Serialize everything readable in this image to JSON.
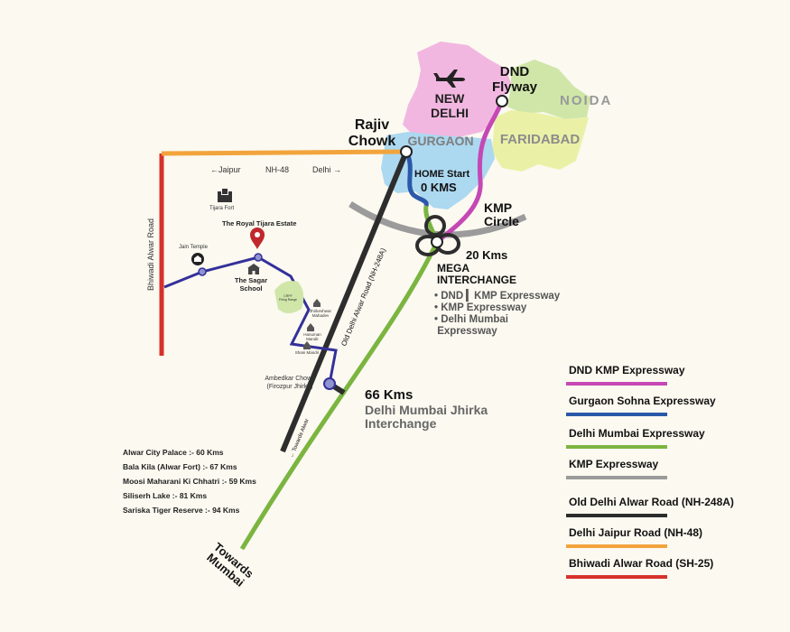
{
  "colors": {
    "background": "#fbf9f0",
    "dnd_kmp": "#c548b4",
    "gurgaon_sohna": "#2b58a8",
    "delhi_mumbai": "#7bb540",
    "kmp": "#9b9b9b",
    "old_delhi_alwar": "#2d2d2d",
    "delhi_jaipur": "#f2a43c",
    "bhiwadi_alwar": "#d6322a",
    "local_road": "#34309a",
    "region_delhi": "#f2b7e0",
    "region_noida": "#cfe6a8",
    "region_faridabad": "#eaf1a6",
    "region_gurgaon": "#acd8f0",
    "pin": "#c0282d"
  },
  "regions": {
    "new_delhi": "NEW\nDELHI",
    "noida": "NOIDA",
    "faridabad": "FARIDABAD",
    "gurgaon": "GURGAON"
  },
  "labels": {
    "dnd_flyway": "DND\nFlyway",
    "rajiv_chowk": "Rajiv\nChowk",
    "home_start": "HOME Start",
    "zero_kms": "0 KMS",
    "kmp_circle": "KMP\nCircle",
    "twenty_kms": "20 Kms",
    "mega_interchange": "MEGA\nINTERCHANGE",
    "mega_items": [
      "• DND ▎KMP Expressway",
      "• KMP Expressway",
      "• Delhi Mumbai",
      "   Expressway"
    ],
    "sixty_six_kms": "66 Kms",
    "jhirka_interchange": "Delhi Mumbai Jhirka\nInterchange",
    "towards_mumbai": "Towards\nMumbai",
    "old_delhi_alwar_road": "Old Delhi Alwar Road (NH-248A)",
    "towards_alwar": "← Towards Alwar",
    "jaipur_arrow": "←Jaipur",
    "nh48": "NH-48",
    "delhi_arrow": "Delhi →",
    "bhiwadi_alwar_road": "Bhiwadi Alwar Road",
    "tijara_fort": "Tijara Fort",
    "royal_tijara": "The Royal Tijara Estate",
    "jain_temple": "Jain Temple",
    "sagar_school": "The Sagar\nSchool",
    "firing_range": "CRPF\nFiring Range",
    "jhirkeshwar": "Jhirkeshwar\nMahadev",
    "hanuman": "Hanuman\nMandir",
    "shani": "Shani Mandir",
    "ambedkar_chowk": "Ambedkar Chowk\n(Firozpur Jhirka)"
  },
  "distances": [
    "Alwar City Palace :- 60 Kms",
    "Bala Kila (Alwar Fort) :- 67 Kms",
    "Moosi Maharani Ki Chhatri :- 59 Kms",
    "Siliserh Lake :- 81 Kms",
    "Sariska Tiger Reserve :- 94 Kms"
  ],
  "legend": [
    {
      "label": "DND KMP Expressway",
      "color": "#c548b4"
    },
    {
      "label": "Gurgaon Sohna Expressway",
      "color": "#2b58a8"
    },
    {
      "label": "Delhi Mumbai Expressway",
      "color": "#7bb540"
    },
    {
      "label": "KMP Expressway",
      "color": "#9b9b9b"
    },
    {
      "label": "Old Delhi Alwar Road (NH-248A)",
      "color": "#2d2d2d"
    },
    {
      "label": "Delhi Jaipur Road (NH-48)",
      "color": "#f2a43c"
    },
    {
      "label": "Bhiwadi Alwar Road (SH-25)",
      "color": "#d6322a"
    }
  ]
}
